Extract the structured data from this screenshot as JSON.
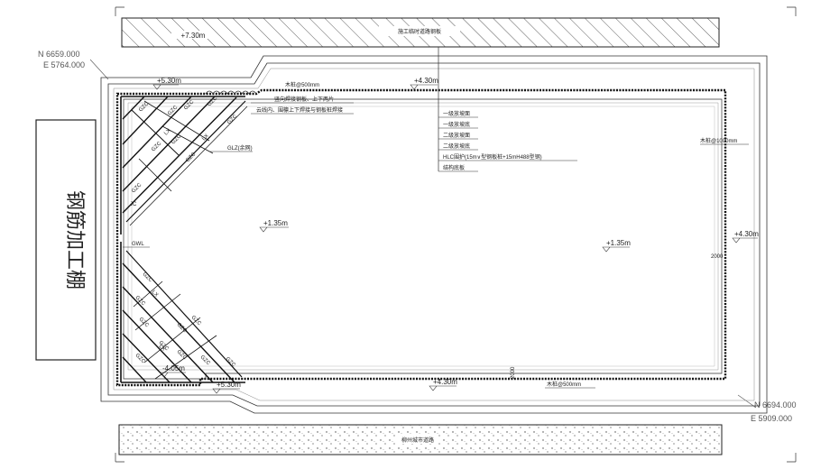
{
  "top_band": {
    "title": "施工临时道路钢板"
  },
  "bottom_band": {
    "title": "柳州城市道路"
  },
  "side_box": {
    "label": "钢筋加工棚"
  },
  "coordinates": {
    "top_left_n": "N 6659.000",
    "top_left_e": "E 5764.000",
    "bottom_right_n": "N 6694.000",
    "bottom_right_e": "E 5909.000"
  },
  "elevations": {
    "band_top": "+7.30m",
    "top_left": "+5.30m",
    "top_mid": "+4.30m",
    "bottom_left": "+5.30m",
    "bottom_mid": "+4.30m",
    "right": "+4.30m",
    "pit_left": "+1.35m",
    "pit_right": "+1.35m",
    "corner_low": "-4.05m"
  },
  "layers": [
    "一级放坡面",
    "一级放坡底",
    "二级放坡面",
    "二级放坡底",
    "HLC围护(15m∨型钢板桩+15mH488型钢)",
    "结构底板"
  ],
  "notes": {
    "n1": "竖向焊接钢板、上下两片",
    "n2": "云线内、围檩上下焊接与钢板桩焊接",
    "n3": "木桩@1000mm",
    "n4": "木桩@500mm",
    "n5": "木桩@500mm",
    "glz": "GLZ(余网)",
    "gwl": "GWL",
    "dim_right": "2000",
    "dim_bottom": "2000",
    "jiaoc": "JC"
  },
  "struts": {
    "gzc": "GZC",
    "lx": "LX"
  }
}
